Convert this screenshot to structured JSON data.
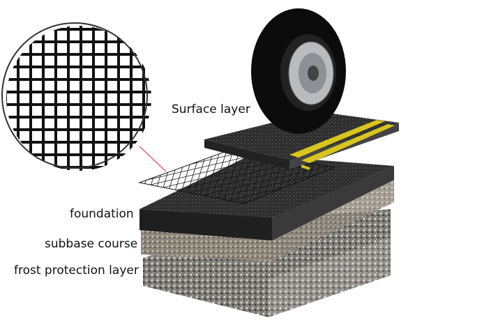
{
  "labels": {
    "surface": "Surface layer",
    "foundation": "foundation",
    "subbase": "subbase course",
    "frost": "frost protection layer"
  },
  "colors": {
    "asphalt": "#2a2a2a",
    "stripe": "#d8c51e",
    "callout": "#e0393e",
    "gravel": "#8a8580"
  }
}
